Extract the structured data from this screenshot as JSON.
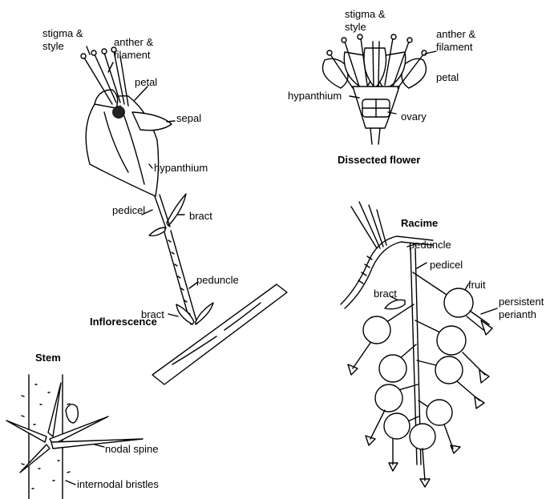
{
  "inflorescence": {
    "title": "Inflorescence",
    "labels": {
      "stigma_style": [
        "stigma &",
        "style"
      ],
      "anther_filament": [
        "anther &",
        "filament"
      ],
      "petal": "petal",
      "sepal": "sepal",
      "hypanthium": "hypanthium",
      "pedicel": "pedicel",
      "bract_upper": "bract",
      "peduncle": "peduncle",
      "bract_lower": "bract"
    }
  },
  "dissected_flower": {
    "title": "Dissected flower",
    "labels": {
      "stigma_style": [
        "stigma &",
        "style"
      ],
      "anther_filament": [
        "anther &",
        "filament"
      ],
      "petal": "petal",
      "hypanthium": "hypanthium",
      "ovary": "ovary"
    }
  },
  "racime": {
    "title": "Racime",
    "labels": {
      "peduncle": "peduncle",
      "pedicel": "pedicel",
      "fruit": "fruit",
      "persistent_perianth": [
        "persistent",
        "perianth"
      ],
      "bract": "bract"
    }
  },
  "stem": {
    "title": "Stem",
    "labels": {
      "nodal_spine": "nodal spine",
      "internodal_bristles": "internodal bristles"
    }
  }
}
